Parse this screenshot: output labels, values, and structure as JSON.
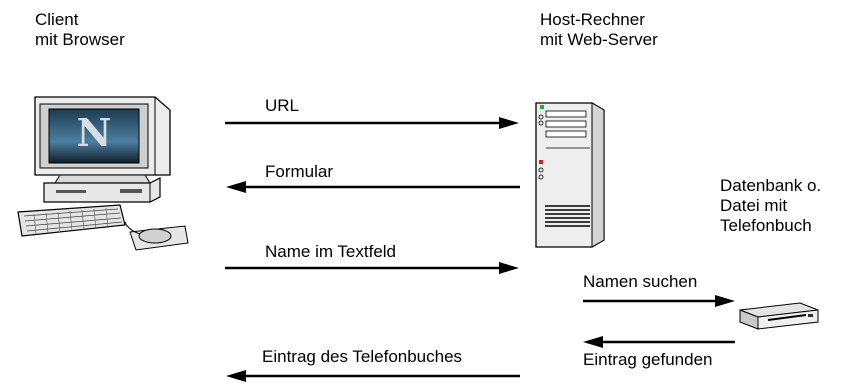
{
  "client": {
    "line1": "Client",
    "line2": "mit Browser"
  },
  "server": {
    "line1": "Host-Rechner",
    "line2": "mit Web-Server"
  },
  "database": {
    "line1": "Datenbank o.",
    "line2": "Datei mit",
    "line3": "Telefonbuch"
  },
  "browser_logo_letter": "N",
  "arrows": {
    "url": "URL",
    "formular": "Formular",
    "name_textfeld": "Name im Textfeld",
    "eintrag_telefonbuch": "Eintrag des Telefonbuches",
    "namen_suchen": "Namen suchen",
    "eintrag_gefunden": "Eintrag gefunden"
  },
  "icons": {
    "client": "desktop-computer-icon",
    "server": "tower-server-icon",
    "database": "disk-drive-icon"
  }
}
